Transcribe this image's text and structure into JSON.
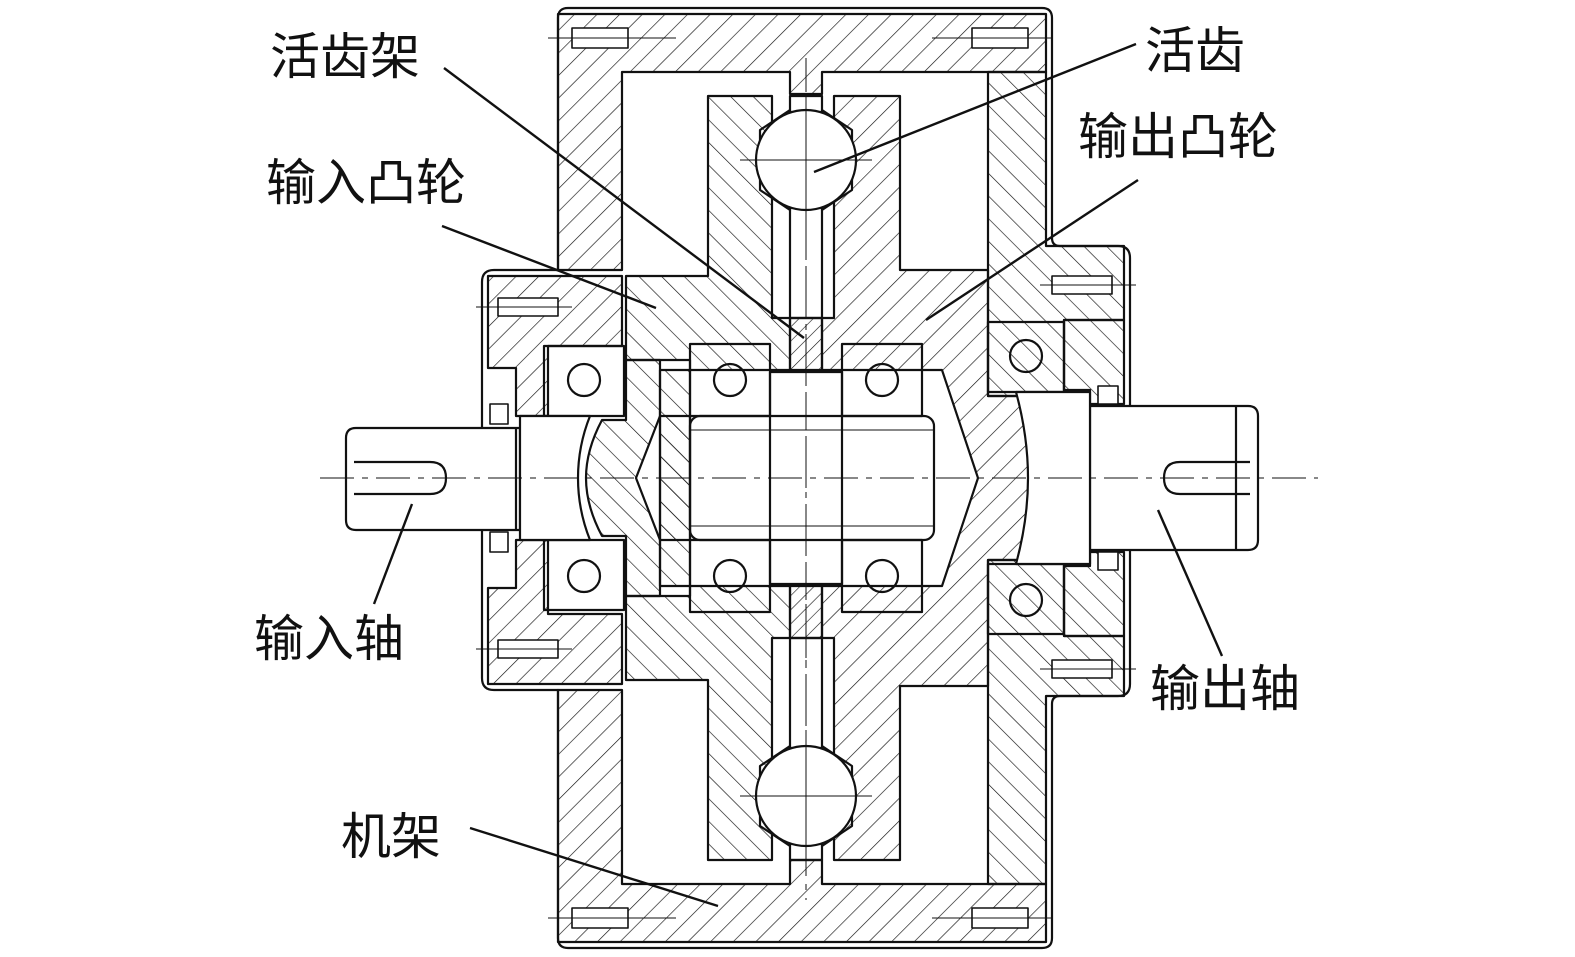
{
  "diagram": {
    "labels": [
      {
        "id": "carrier",
        "text": "活齿架"
      },
      {
        "id": "movable-tooth",
        "text": "活齿"
      },
      {
        "id": "output-cam",
        "text": "输出凸轮"
      },
      {
        "id": "input-cam",
        "text": "输入凸轮"
      },
      {
        "id": "input-shaft",
        "text": "输入轴"
      },
      {
        "id": "output-shaft",
        "text": "输出轴"
      },
      {
        "id": "frame",
        "text": "机架"
      }
    ]
  },
  "style": {
    "line_color": "#111111",
    "background": "#ffffff"
  }
}
